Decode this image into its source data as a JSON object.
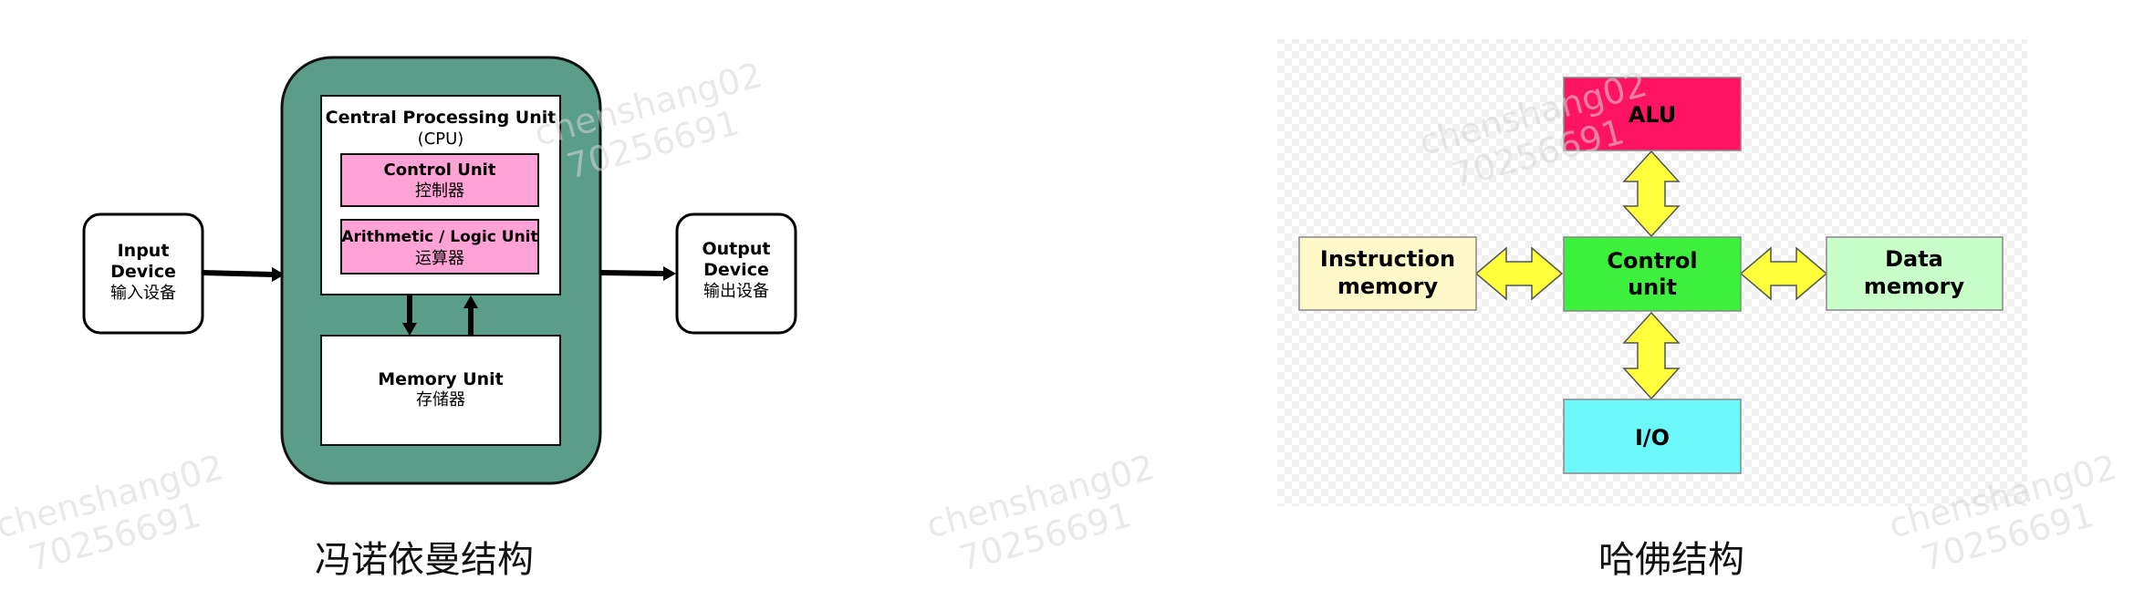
{
  "von_neumann": {
    "caption": "冯诺依曼结构",
    "input_device": {
      "line1": "Input",
      "line2": "Device",
      "line3": "输入设备"
    },
    "output_device": {
      "line1": "Output",
      "line2": "Device",
      "line3": "输出设备"
    },
    "cpu": {
      "title": "Central Processing Unit",
      "subtitle": "(CPU)"
    },
    "control_unit": {
      "en": "Control Unit",
      "zh": "控制器"
    },
    "alu": {
      "en": "Arithmetic / Logic Unit",
      "zh": "运算器"
    },
    "memory_unit": {
      "en": "Memory Unit",
      "zh": "存储器"
    },
    "colors": {
      "shell": "#5a9e8a",
      "unit_fill": "#ffa3d6"
    }
  },
  "harvard": {
    "caption": "哈佛结构",
    "alu": {
      "label": "ALU",
      "color": "#ff1464"
    },
    "control_unit": {
      "line1": "Control",
      "line2": "unit",
      "color": "#3cf03c"
    },
    "instruction_memory": {
      "line1": "Instruction",
      "line2": "memory",
      "color": "#fff8c8"
    },
    "data_memory": {
      "line1": "Data",
      "line2": "memory",
      "color": "#c8ffc8"
    },
    "io": {
      "label": "I/O",
      "color": "#6cf8f8"
    },
    "arrow_color": "#ffff3c"
  },
  "watermarks": [
    {
      "line1": "chenshang02",
      "line2": "70256691"
    },
    {
      "line1": "chenshang02",
      "line2": "70256691"
    },
    {
      "line1": "chenshang02",
      "line2": "70256691"
    },
    {
      "line1": "chenshang02",
      "line2": "70256691"
    },
    {
      "line1": "chenshang02",
      "line2": "70256691"
    }
  ]
}
